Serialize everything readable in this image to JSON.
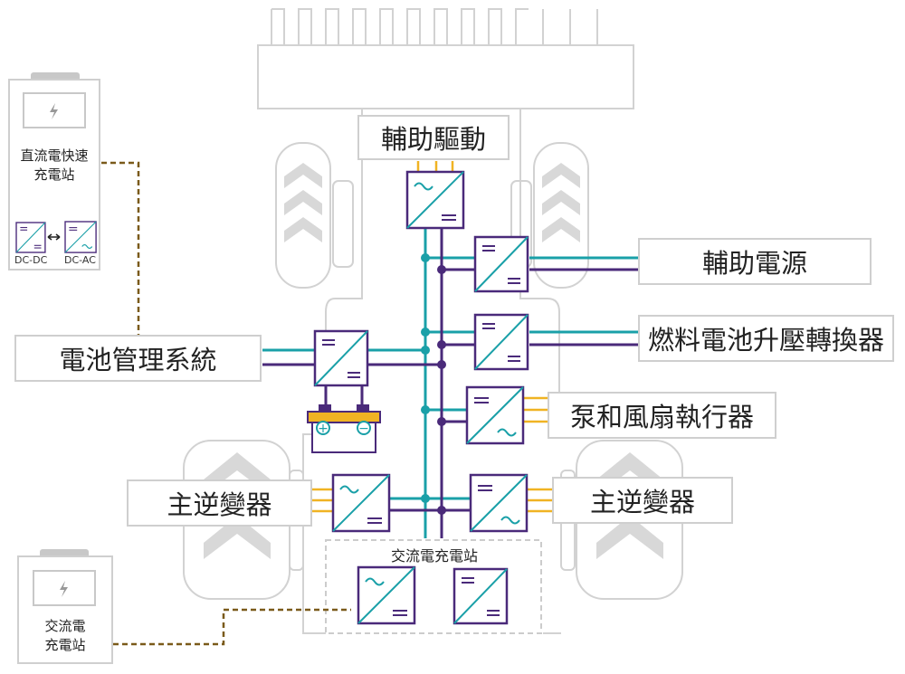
{
  "labels": {
    "aux_drive": "輔助驅動",
    "aux_power": "輔助電源",
    "fuel_cell_boost": "燃料電池升壓轉換器",
    "pump_fan": "泵和風扇執行器",
    "bms": "電池管理系統",
    "main_inverter_left": "主逆變器",
    "main_inverter_right": "主逆變器",
    "ac_charger": "交流電充電站"
  },
  "dc_station": {
    "line1": "直流電快速",
    "line2": "充電站",
    "dcdc": "DC-DC",
    "dcac": "DC-AC"
  },
  "ac_station": {
    "line1": "交流電",
    "line2": "充電站"
  },
  "battery": {
    "plus": "+",
    "minus": "−"
  },
  "colors": {
    "teal": "#1aa0a8",
    "purple": "#4a2a7a",
    "yellow": "#f0b323",
    "brown_dashed": "#7a5a1a",
    "outline": "#d2d2d2"
  }
}
